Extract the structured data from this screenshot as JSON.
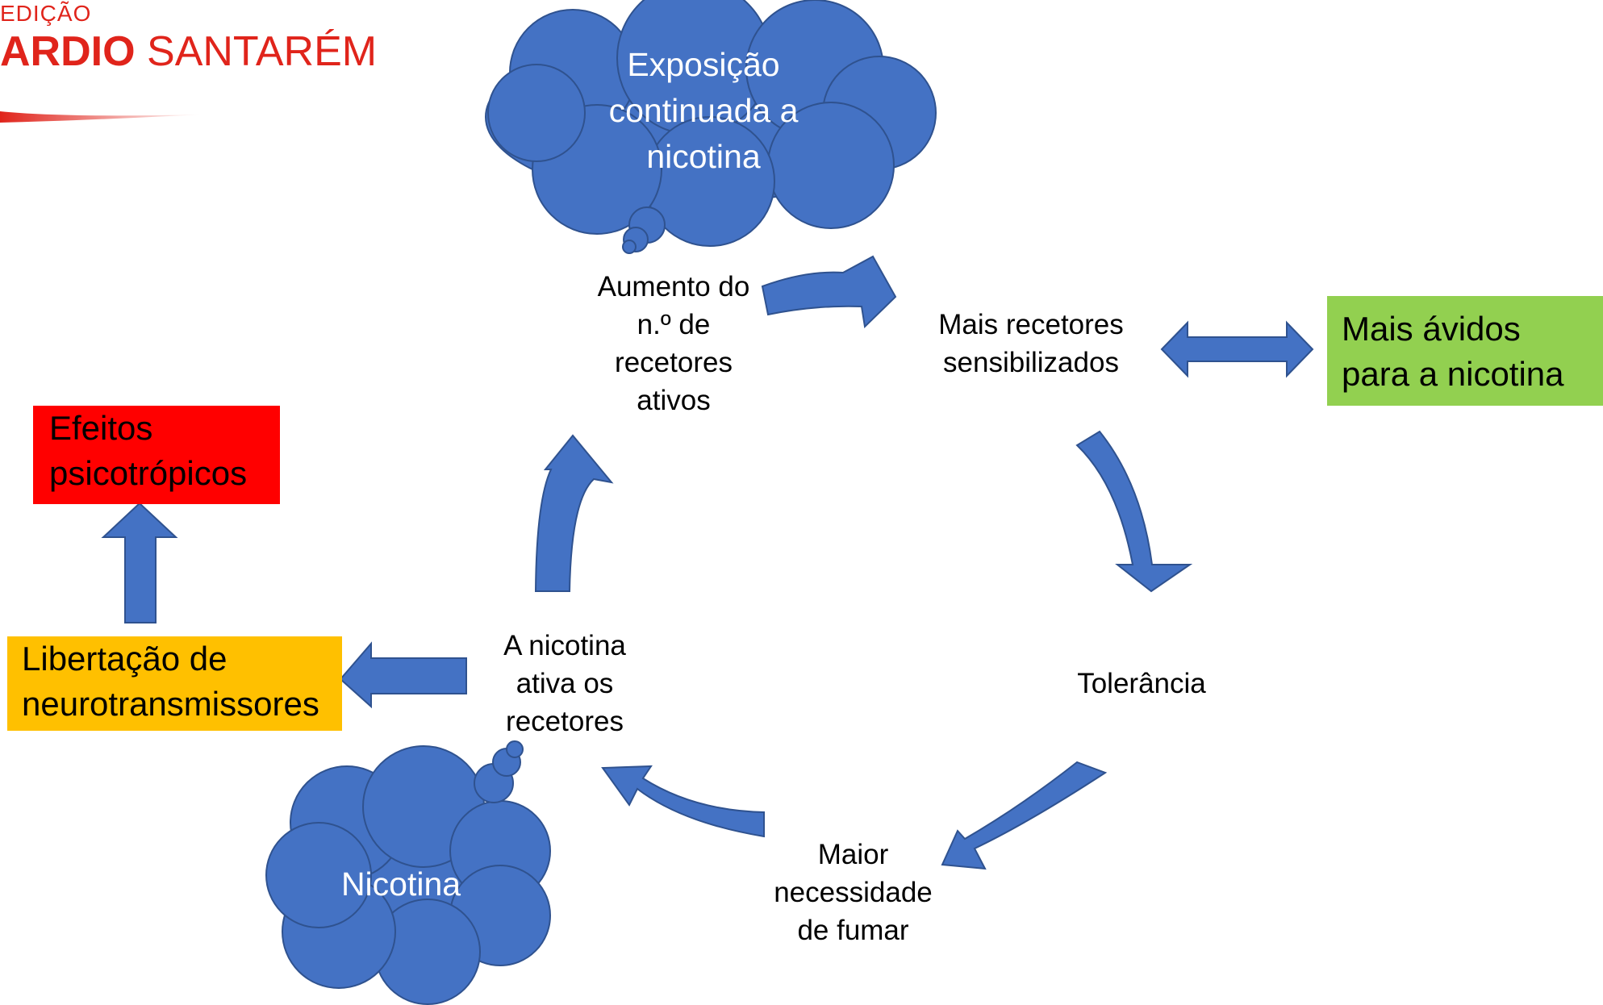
{
  "logo": {
    "edition": "EDIÇÃO",
    "name_bold": "ARDIO",
    "name_light": " SANTARÉM"
  },
  "clouds": {
    "top": "Exposição\ncontinuada a\nnicotina",
    "bottom": "Nicotina"
  },
  "cycle": {
    "aumento": "Aumento do\nn.º de\nrecetores\nativos",
    "mais_recetores": "Mais recetores\nsensibilizados",
    "tolerancia": "Tolerância",
    "maior_necessidade": "Maior\nnecessidade\nde fumar",
    "nicotina_ativa": "A nicotina\nativa os\nrecetores"
  },
  "boxes": {
    "efeitos": "Efeitos\npsicotrópicos",
    "libertacao": "Libertação de\nneurotransmissores",
    "avidos": "Mais ávidos\npara a nicotina"
  },
  "colors": {
    "arrow_fill": "#4472c4",
    "arrow_stroke": "#2f528f",
    "efeitos_bg": "#ff0000",
    "libertacao_bg": "#ffc000",
    "avidos_bg": "#92d050",
    "logo_red": "#e0241b"
  }
}
